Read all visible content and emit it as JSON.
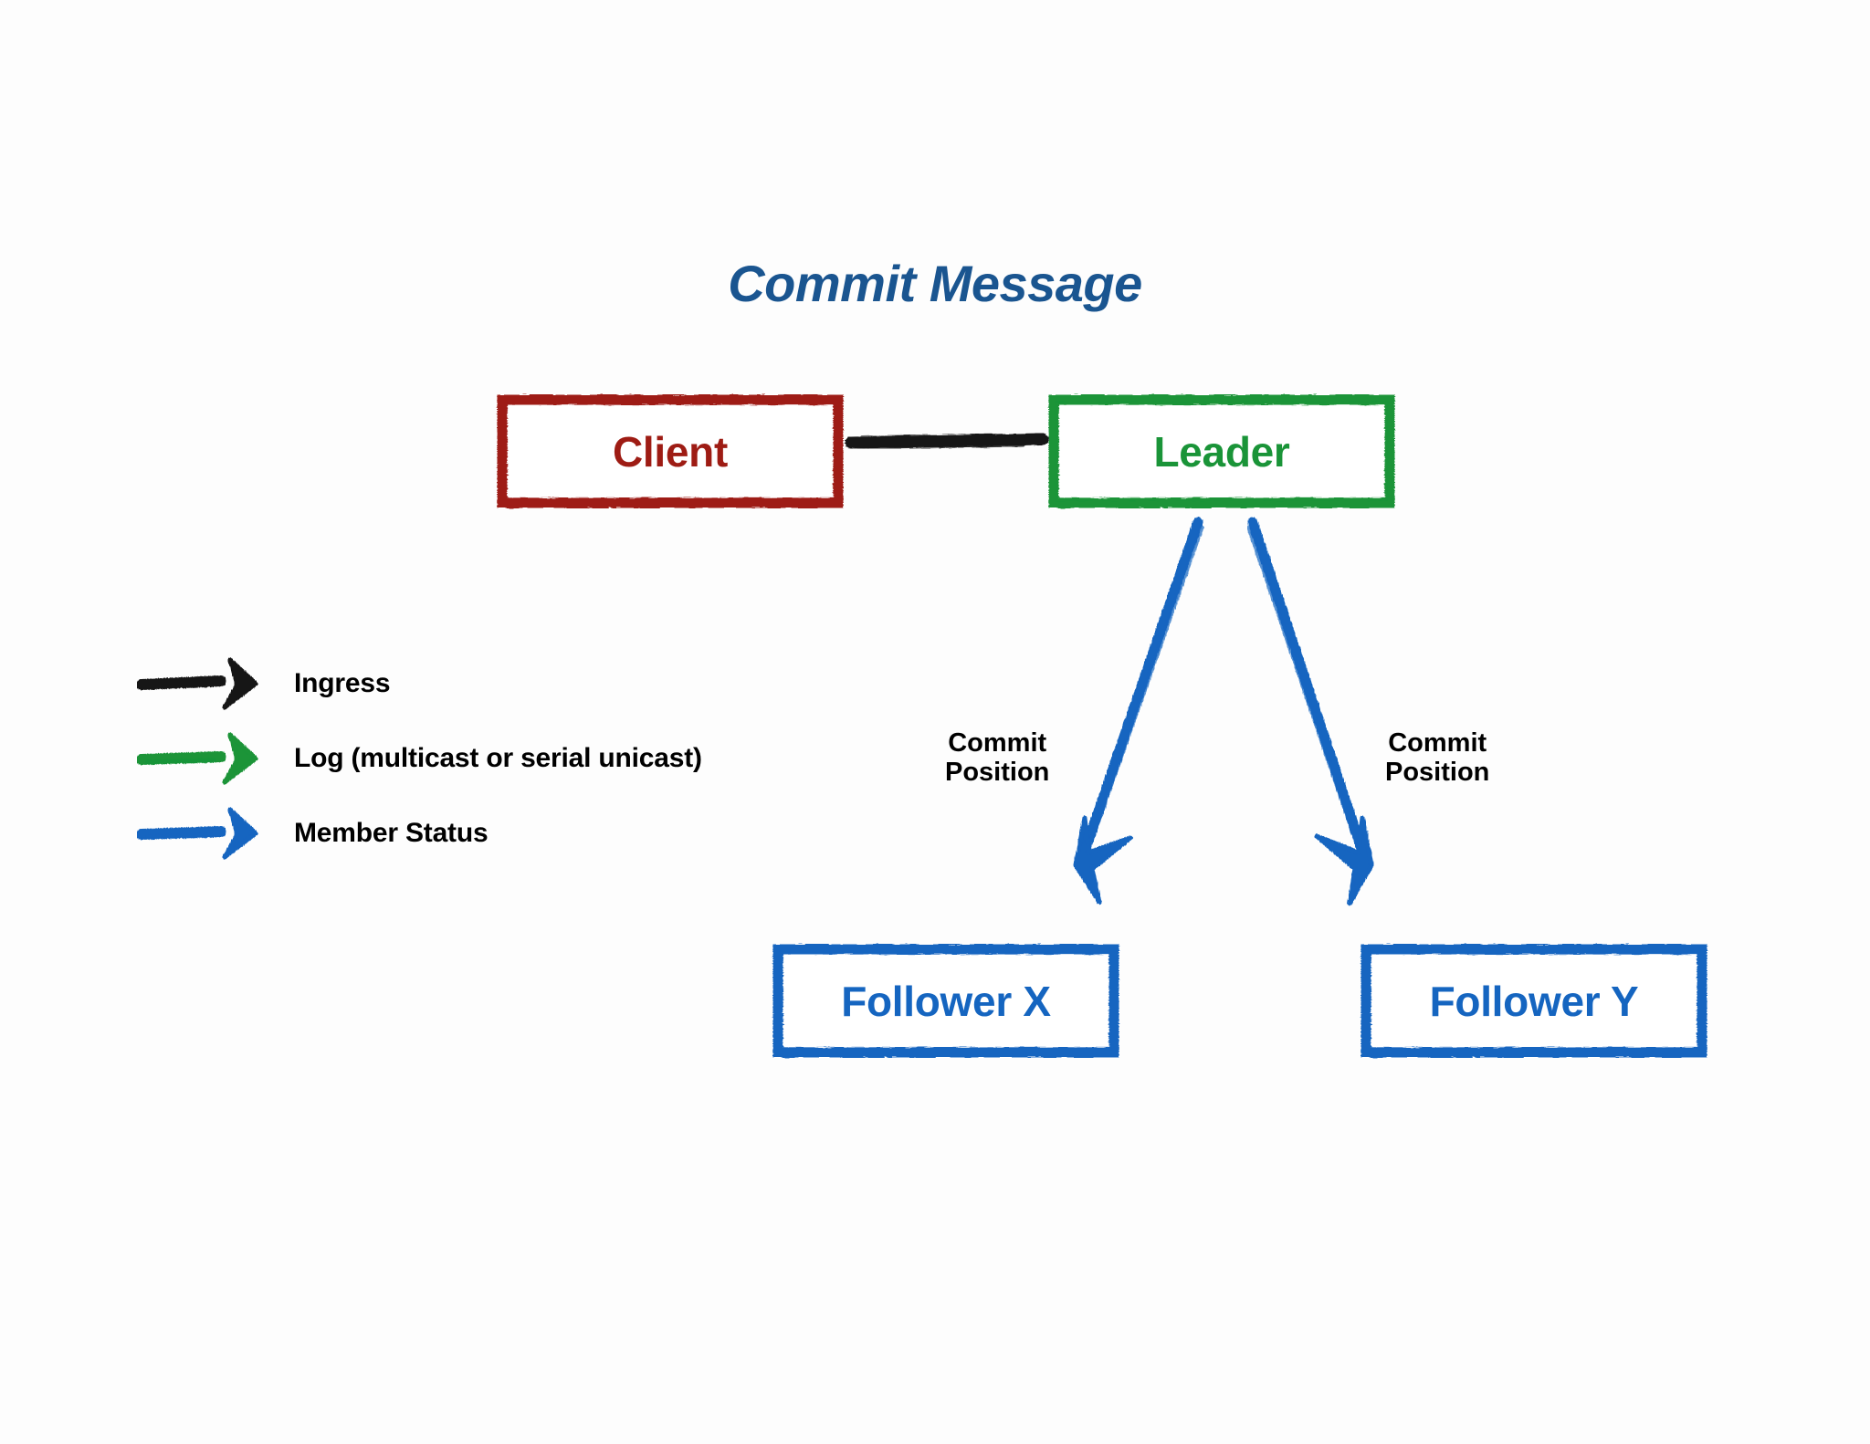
{
  "title": "Commit Message",
  "colors": {
    "title": "#1a5590",
    "client": "#9e1c14",
    "leader": "#1a9438",
    "follower": "#1565c0",
    "ingress": "#151515",
    "label": "#000000",
    "background": "#fdfdfd"
  },
  "nodes": {
    "client": {
      "label": "Client"
    },
    "leader": {
      "label": "Leader"
    },
    "follower_x": {
      "label": "Follower X"
    },
    "follower_y": {
      "label": "Follower Y"
    }
  },
  "edges": {
    "client_to_leader": {
      "label": "",
      "kind": "ingress"
    },
    "leader_to_follower_x": {
      "label_line1": "Commit",
      "label_line2": "Position",
      "kind": "member-status"
    },
    "leader_to_follower_y": {
      "label_line1": "Commit",
      "label_line2": "Position",
      "kind": "member-status"
    }
  },
  "legend": {
    "items": [
      {
        "label": "Ingress",
        "icon": "arrow-right-icon",
        "color": "#151515"
      },
      {
        "label": "Log (multicast or serial unicast)",
        "icon": "arrow-right-icon",
        "color": "#1a9438"
      },
      {
        "label": "Member Status",
        "icon": "arrow-right-icon",
        "color": "#1565c0"
      }
    ]
  }
}
